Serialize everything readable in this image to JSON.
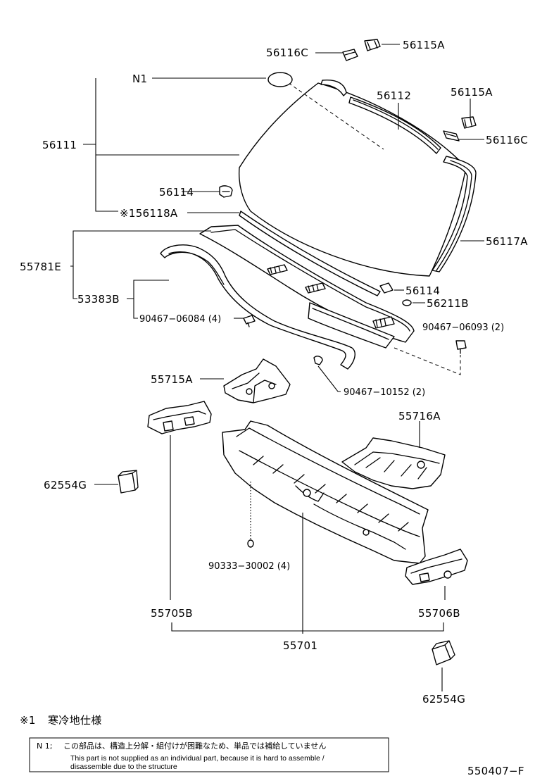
{
  "labels": {
    "p56116C_top": "56116C",
    "p56115A_top": "56115A",
    "pN1": "N1",
    "p56112": "56112",
    "p56115A_right": "56115A",
    "p56116C_right": "56116C",
    "p56111": "56111",
    "p56114_left": "56114",
    "p156118A": "※156118A",
    "p56117A": "56117A",
    "p55781E": "55781E",
    "p56114_right": "56114",
    "p56211B": "56211B",
    "p53383B": "53383B",
    "p90467_06084": "90467−06084 (4)",
    "p90467_06093": "90467−06093 (2)",
    "p55715A": "55715A",
    "p90467_10152": "90467−10152 (2)",
    "p55716A": "55716A",
    "p62554G_left": "62554G",
    "p90333_30002": "90333−30002 (4)",
    "p55705B": "55705B",
    "p55706B": "55706B",
    "p55701": "55701",
    "p62554G_bottom": "62554G"
  },
  "footnote": {
    "mark": "※1",
    "text": "寒冷地仕様"
  },
  "note": {
    "key": "N 1;",
    "jp": "この部品は、構造上分解・組付けが困難なため、単品では補給していません",
    "en_line1": "This part is not supplied as an individual part, because it is hard to assemble /",
    "en_line2": "disassemble due to the structure"
  },
  "diagram_number": "550407−F"
}
